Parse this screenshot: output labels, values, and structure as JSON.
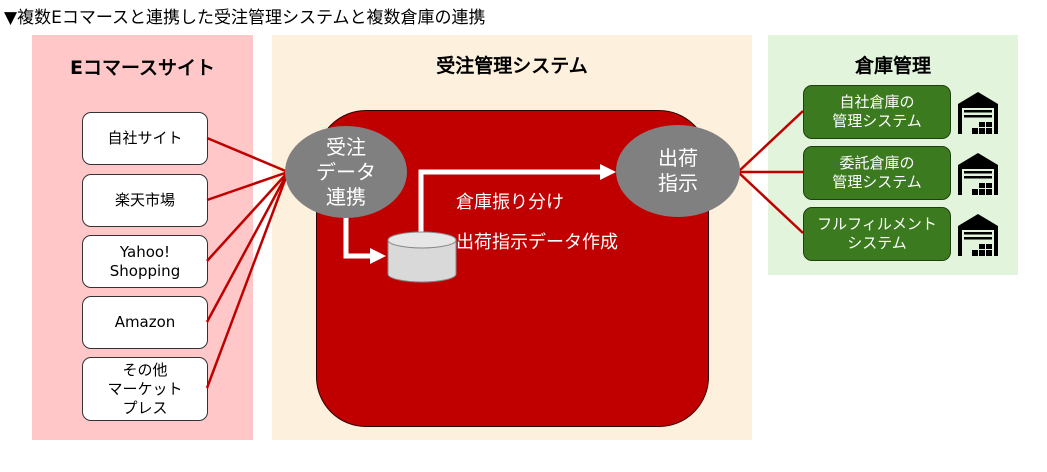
{
  "title": "▼複数Eコマースと連携した受注管理システムと複数倉庫の連携",
  "ecommerce": {
    "title": "Eコマースサイト",
    "items": [
      "自社サイト",
      "楽天市場",
      "Yahoo!\nShopping",
      "Amazon",
      "その他\nマーケット\nプレス"
    ]
  },
  "oms": {
    "title": "受注管理システム",
    "intake": "受注\nデータ\n連携",
    "shipping": "出荷\n指示",
    "step1": "倉庫振り分け",
    "step2": "出荷指示データ作成"
  },
  "warehouse": {
    "title": "倉庫管理",
    "items": [
      "自社倉庫の\n管理システム",
      "委託倉庫の\n管理システム",
      "フルフィルメント\nシステム"
    ]
  },
  "colors": {
    "pink": "#ffc7c7",
    "cream": "#fdf0dc",
    "green_bg": "#e2f5dc",
    "red": "#c00000",
    "green": "#3c7a1f",
    "line": "#c00000"
  }
}
